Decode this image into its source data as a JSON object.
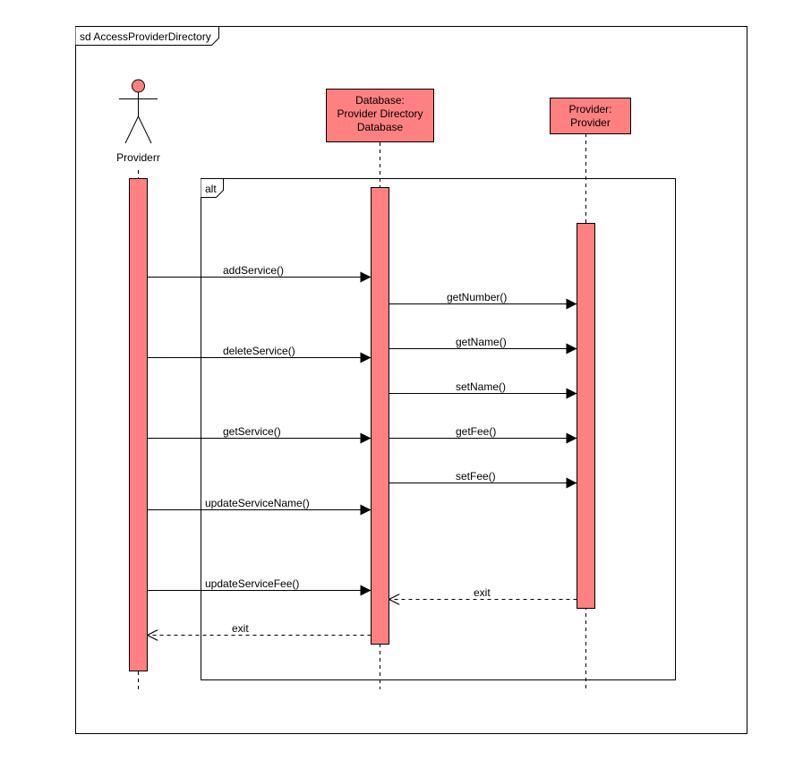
{
  "diagram": {
    "frame_title": "sd AccessProviderDirectory",
    "alt_label": "alt",
    "colors": {
      "fill": "#ff8080",
      "stroke": "#000000",
      "background": "#ffffff"
    },
    "actor": {
      "name": "Providerr"
    },
    "lifelines": {
      "database": {
        "line1": "Database:",
        "line2": "Provider Directory",
        "line3": "Database"
      },
      "provider": {
        "line1": "Provider:",
        "line2": "Provider"
      }
    },
    "messages": [
      {
        "label": "addService()",
        "from": "actor",
        "to": "database",
        "kind": "sync"
      },
      {
        "label": "getNumber()",
        "from": "database",
        "to": "provider",
        "kind": "sync"
      },
      {
        "label": "getName()",
        "from": "database",
        "to": "provider",
        "kind": "sync"
      },
      {
        "label": "deleteService()",
        "from": "actor",
        "to": "database",
        "kind": "sync"
      },
      {
        "label": "setName()",
        "from": "database",
        "to": "provider",
        "kind": "sync"
      },
      {
        "label": "getService()",
        "from": "actor",
        "to": "database",
        "kind": "sync"
      },
      {
        "label": "getFee()",
        "from": "database",
        "to": "provider",
        "kind": "sync"
      },
      {
        "label": "setFee()",
        "from": "database",
        "to": "provider",
        "kind": "sync"
      },
      {
        "label": "updateServiceName()",
        "from": "actor",
        "to": "database",
        "kind": "sync"
      },
      {
        "label": "updateServiceFee()",
        "from": "actor",
        "to": "database",
        "kind": "sync"
      },
      {
        "label": "exit",
        "from": "provider",
        "to": "database",
        "kind": "return"
      },
      {
        "label": "exit",
        "from": "database",
        "to": "actor",
        "kind": "return"
      }
    ]
  }
}
